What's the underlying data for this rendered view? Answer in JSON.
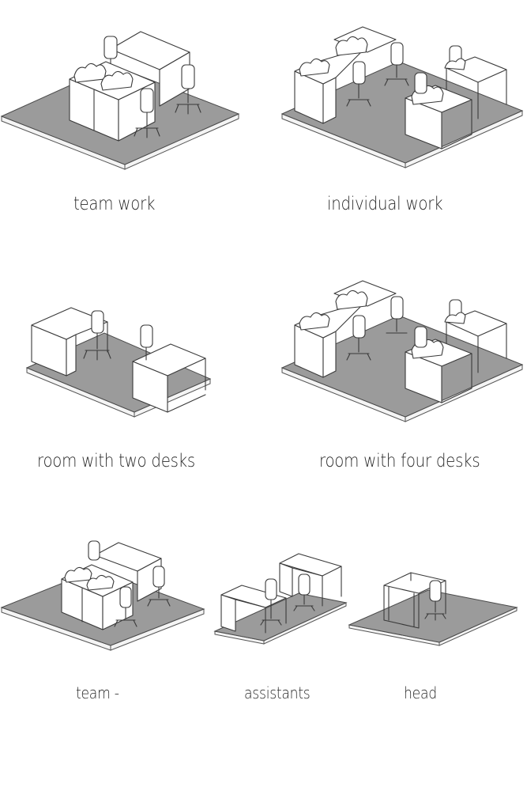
{
  "labels": {
    "team_work": "team work",
    "individual_work": "individual work",
    "two_desks": "room with two desks",
    "four_desks": "room with four desks",
    "team": "team -",
    "assistants": "assistants",
    "head": "head"
  },
  "colors": {
    "floor": "#9b9b9b",
    "floor_edge": "#f4f4f4",
    "furniture": "#ffffff",
    "stroke": "#3a3a3a",
    "text": "#2a2a2a"
  }
}
